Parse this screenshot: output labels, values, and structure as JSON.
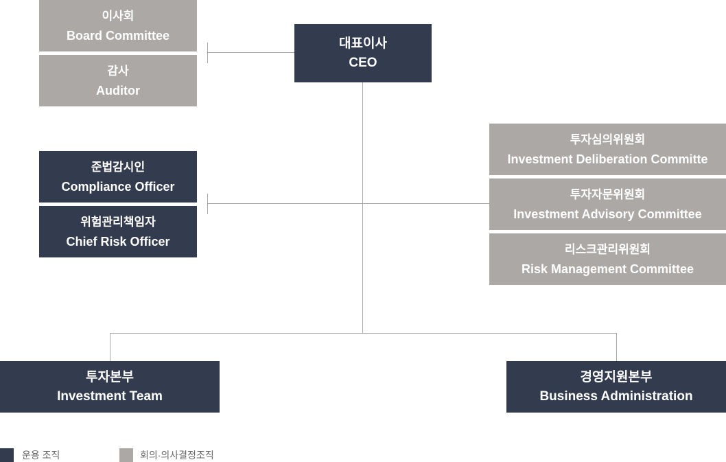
{
  "colors": {
    "operating": "#333c4e",
    "decision": "#aba8a6",
    "connector": "#a8a8a8"
  },
  "chart": {
    "ceo": {
      "ko": "대표이사",
      "en": "CEO"
    },
    "board": {
      "ko": "이사회",
      "en": "Board Committee"
    },
    "auditor": {
      "ko": "감사",
      "en": "Auditor"
    },
    "compliance": {
      "ko": "준법감시인",
      "en": "Compliance Officer"
    },
    "risk_officer": {
      "ko": "위험관리책임자",
      "en": "Chief Risk Officer"
    },
    "deliberation": {
      "ko": "투자심의위원회",
      "en": "Investment Deliberation Committe"
    },
    "advisory": {
      "ko": "투자자문위원회",
      "en": "Investment Advisory Committee"
    },
    "risk_committee": {
      "ko": "리스크관리위원회",
      "en": "Risk Management Committee"
    },
    "investment_team": {
      "ko": "투자본부",
      "en": "Investment Team"
    },
    "business_admin": {
      "ko": "경영지원본부",
      "en": "Business Administration"
    }
  },
  "legend": {
    "operating_label": "운용 조직",
    "decision_label": "회의·의사결정조직"
  }
}
